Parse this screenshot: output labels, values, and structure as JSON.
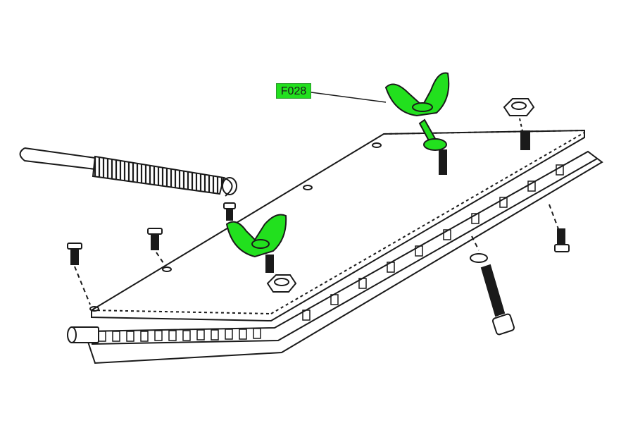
{
  "callout": {
    "label": "F028",
    "highlight_color": "#22e01e",
    "target": "wing-nut"
  },
  "colors": {
    "line": "#1a1a1a",
    "highlight": "#22e01e",
    "background": "#ffffff"
  },
  "parts": [
    "spring",
    "wing-nut",
    "wing-nut",
    "hex-nut",
    "hex-nut",
    "screw",
    "screw",
    "screw",
    "screw",
    "bolt",
    "plate",
    "rail",
    "rod"
  ]
}
